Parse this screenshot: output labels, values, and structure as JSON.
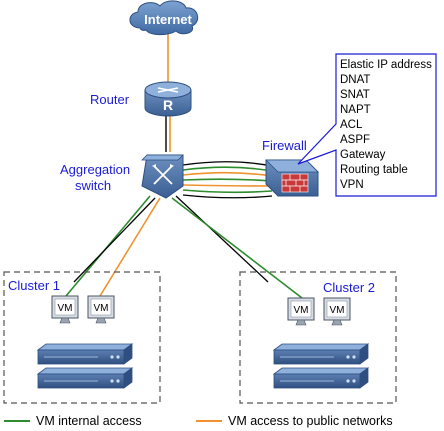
{
  "nodes": {
    "internet": "Internet",
    "router": "Router",
    "aggregation_switch": [
      "Aggregation",
      "switch"
    ],
    "firewall": "Firewall",
    "cluster_1": "Cluster 1",
    "cluster_2": "Cluster 2",
    "vm": "VM"
  },
  "firewall_features": [
    "Elastic IP address",
    "DNAT",
    "SNAT",
    "NAPT",
    "ACL",
    "ASPF",
    "Gateway",
    "Routing table",
    "VPN"
  ],
  "legend": {
    "internal": "VM internal access",
    "public": "VM access to public networks"
  },
  "colors": {
    "label_blue": "#1a1ad6",
    "internal_line": "#2e8b2e",
    "public_line": "#f0922e",
    "device_blue": "#4a72a8",
    "firewall_red": "#c83a3a"
  }
}
